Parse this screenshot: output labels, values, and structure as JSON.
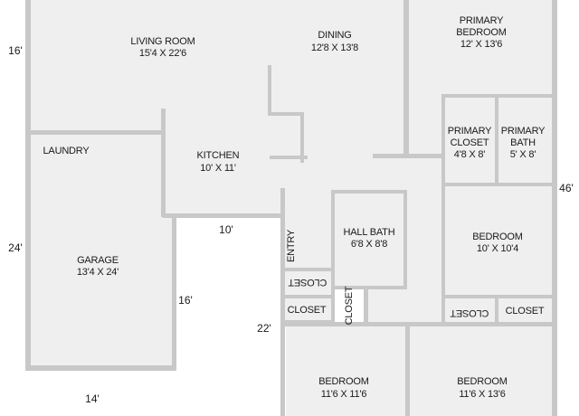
{
  "rooms": {
    "living_room": {
      "name": "LIVING ROOM",
      "size": "15'4 X 22'6"
    },
    "dining": {
      "name": "DINING",
      "size": "12'8 X 13'8"
    },
    "primary_bedroom": {
      "name_line1": "PRIMARY",
      "name_line2": "BEDROOM",
      "size": "12' X 13'6"
    },
    "laundry": {
      "name": "LAUNDRY"
    },
    "kitchen": {
      "name": "KITCHEN",
      "size": "10' X 11'"
    },
    "primary_closet": {
      "name_line1": "PRIMARY",
      "name_line2": "CLOSET",
      "size": "4'8 X 8'"
    },
    "primary_bath": {
      "name_line1": "PRIMARY",
      "name_line2": "BATH",
      "size": "5' X 8'"
    },
    "garage": {
      "name": "GARAGE",
      "size": "13'4 X 24'"
    },
    "entry": {
      "name": "ENTRY"
    },
    "hall_bath": {
      "name": "HALL BATH",
      "size": "6'8 X 8'8"
    },
    "bedroom_right": {
      "name": "BEDROOM",
      "size": "10' X 10'4"
    },
    "closet_entry_upper": {
      "name": "CLOSET"
    },
    "closet_entry_lower": {
      "name": "CLOSET"
    },
    "closet_hall": {
      "name": "CLOSET"
    },
    "closet_bedroom_left": {
      "name": "CLOSET"
    },
    "closet_bedroom_right": {
      "name": "CLOSET"
    },
    "bedroom_bottom_left": {
      "name": "BEDROOM",
      "size": "11'6 X 11'6"
    },
    "bedroom_bottom_right": {
      "name": "BEDROOM",
      "size": "11'6 X 13'6"
    }
  },
  "dimensions": {
    "left_top": "16'",
    "left_middle": "24'",
    "kitchen_bottom": "10'",
    "garage_right": "16'",
    "hall_left": "22'",
    "right_side": "46'",
    "bottom": "14'"
  }
}
